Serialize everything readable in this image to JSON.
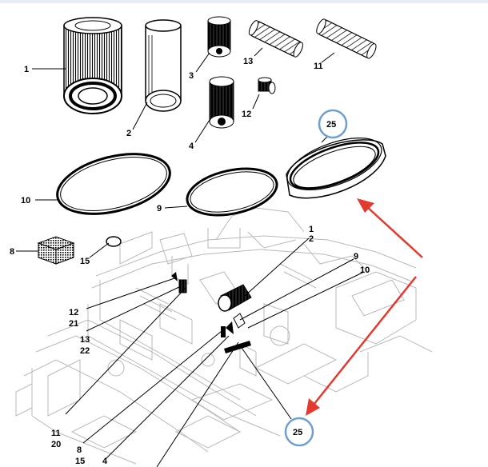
{
  "diagram": {
    "callouts": {
      "c1": "1",
      "c2": "2",
      "c3": "3",
      "c4": "4",
      "c13": "13",
      "c11": "11",
      "c12": "12",
      "c10": "10",
      "c9": "9",
      "c8": "8",
      "c15": "15",
      "m1": "1",
      "m2": "2",
      "m9": "9",
      "m10": "10",
      "m12": "12",
      "m21": "21",
      "m13": "13",
      "m22": "22",
      "m11": "11",
      "m20": "20",
      "m8": "8",
      "m15": "15",
      "m4": "4"
    },
    "highlight_labels": {
      "top": "25",
      "bottom": "25"
    },
    "colors": {
      "highlight_circle": "#6f9fd0",
      "arrow": "#e23a2e",
      "ink": "#000000",
      "machine_line": "#b9b9b9"
    }
  }
}
